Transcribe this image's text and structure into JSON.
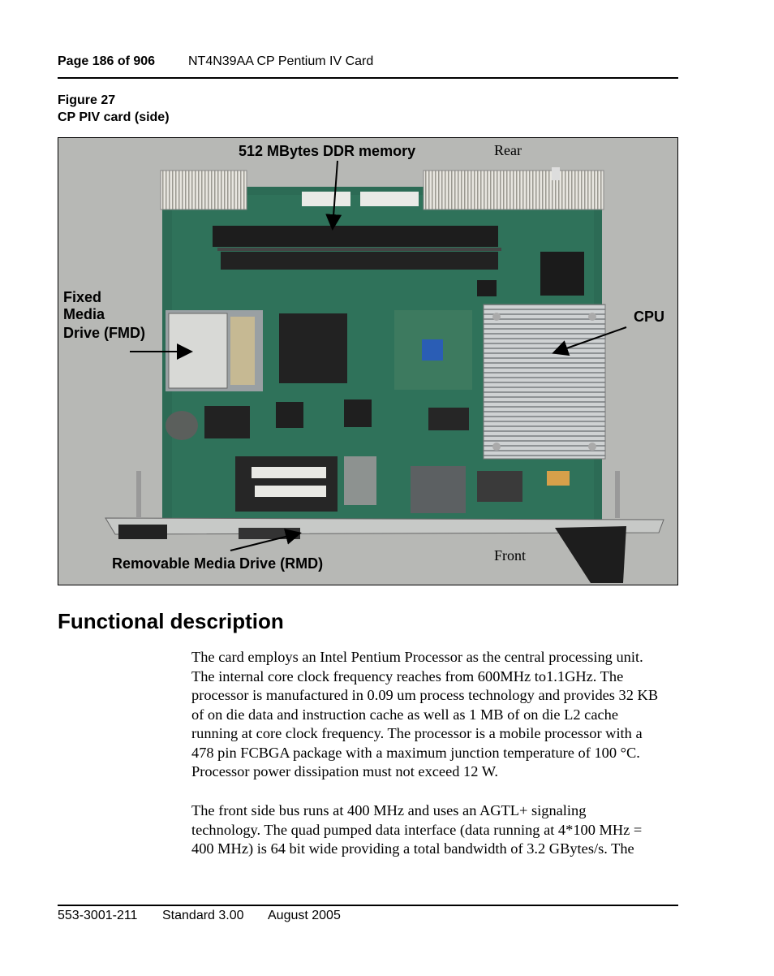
{
  "header": {
    "page_label": "Page 186 of 906",
    "doc_title": "NT4N39AA CP Pentium IV Card"
  },
  "figure": {
    "number": "Figure 27",
    "caption": "CP PIV card (side)",
    "callouts": {
      "memory": "512 MBytes DDR memory",
      "rear": "Rear",
      "fmd_line1": "Fixed",
      "fmd_line2": "Media",
      "fmd_line3": "Drive (FMD)",
      "cpu": "CPU",
      "rmd": "Removable Media Drive (RMD)",
      "front": "Front"
    }
  },
  "section": {
    "heading": "Functional description"
  },
  "paragraph1_lines": [
    "The card employs an Intel Pentium Processor as the central processing unit.",
    "The internal core clock frequency reaches from 600MHz to1.1GHz. The",
    "processor is manufactured in 0.09 um process technology and provides 32 KB",
    "of on die data and instruction cache as well as 1 MB of on die L2 cache",
    "running at core clock frequency. The processor is a mobile processor with a",
    "478 pin FCBGA package with a maximum junction temperature of 100 °C.",
    "Processor power dissipation must not exceed 12 W."
  ],
  "paragraph2_lines": [
    "The front side bus runs at 400 MHz and uses an AGTL+ signaling",
    "technology. The quad pumped data interface (data running at 4*100 MHz =",
    "400 MHz) is 64 bit wide providing a total bandwidth of 3.2 GBytes/s. The"
  ],
  "footer": {
    "doc_number": "553-3001-211",
    "standard": "Standard 3.00",
    "date": "August 2005"
  }
}
